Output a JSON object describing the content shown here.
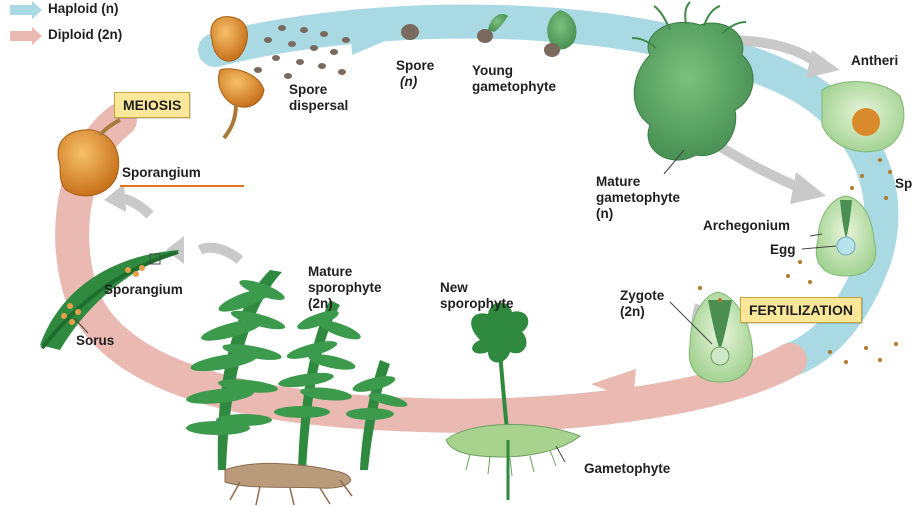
{
  "legend": {
    "haploid": "Haploid (n)",
    "diploid": "Diploid (2n)"
  },
  "stages": {
    "meiosis": "MEIOSIS",
    "fertilization": "FERTILIZATION"
  },
  "labels": {
    "spore_dispersal_1": "Spore",
    "spore_dispersal_2": "dispersal",
    "spore_1": "Spore",
    "spore_2": "(n)",
    "young_gametophyte_1": "Young",
    "young_gametophyte_2": "gametophyte",
    "antheridium": "Antheri",
    "sperm": "Sp",
    "mature_gametophyte_1": "Mature",
    "mature_gametophyte_2": "gametophyte",
    "mature_gametophyte_3": "(n)",
    "archegonium": "Archegonium",
    "egg": "Egg",
    "zygote_1": "Zygote",
    "zygote_2": "(2n)",
    "sporangium_top": "Sporangium",
    "sporangium_leaf": "Sporangium",
    "sorus": "Sorus",
    "mature_sporophyte_1": "Mature",
    "mature_sporophyte_2": "sporophyte",
    "mature_sporophyte_3": "(2n)",
    "new_sporophyte_1": "New",
    "new_sporophyte_2": "sporophyte",
    "gametophyte": "Gametophyte"
  },
  "colors": {
    "haploid_band": "#a9d9e3",
    "diploid_band": "#e9b9b2",
    "gametophyte_green": "#5aa163",
    "sporangium_orange": "#e8902f",
    "stage_box": "#fbe79a"
  }
}
